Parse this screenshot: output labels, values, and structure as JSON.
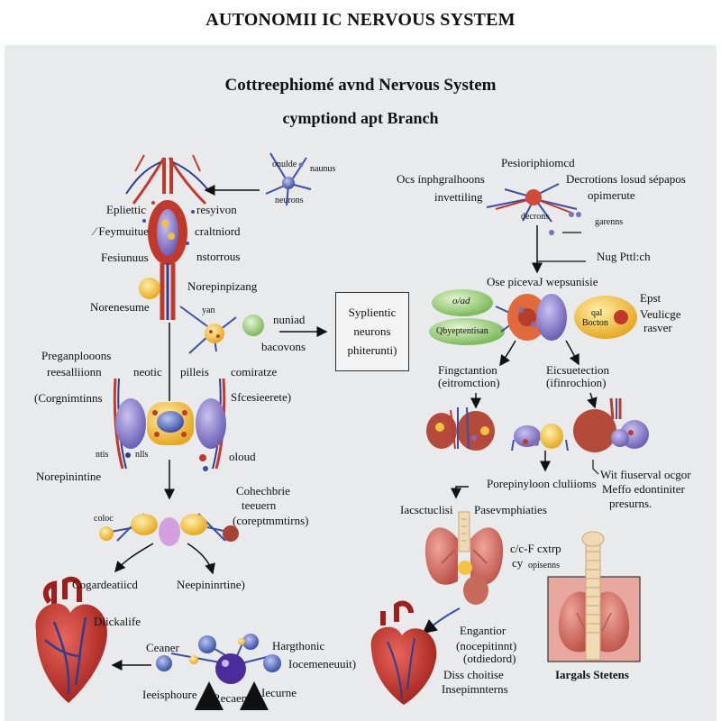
{
  "header": {
    "title": "AUTONOMII IC NERVOUS SYSTEM",
    "subtitle_1": "Cottreephiomé avnd Nervous System",
    "subtitle_2": "cymptiond apt Branch"
  },
  "left_column": {
    "spine_labels": [
      "Epliettic",
      "⁄ Feymuitue",
      "Fesiunuus",
      "resyivon",
      "craltniord",
      "nstorrous",
      "Norenesume",
      "Norepinpizang"
    ],
    "top_cell_labels": [
      "onulde",
      "naunus",
      "neurons"
    ],
    "yan_label": "yan",
    "pathway_labels": [
      "nuniad",
      "bacovons"
    ],
    "ganglion_labels": [
      "Preganplooons",
      "reesalliionn",
      "(Corgnimtinns",
      "neotic",
      "pilleis",
      "comiratze",
      "Sfcesieerete)",
      "Norepinintine",
      "ntis",
      "nlls",
      "oloud"
    ],
    "bottom_ganglion_labels": [
      "Cohechbrie",
      "teeuern",
      "(coreptmmtirns)",
      "coloc",
      "Cogardeatiicd",
      "Neepininrtine)"
    ],
    "heart_labels": [
      "Dlickalife",
      "Ceaner",
      "Hargthonic",
      "Iocemeneuuit)",
      "Ieeisphoure",
      "Recaent",
      "Iecurne"
    ]
  },
  "center_box": {
    "lines": [
      "Syplientic",
      "neurons",
      "phiterunti)"
    ]
  },
  "right_column": {
    "top_labels": [
      "Pesioriphiomcd",
      "Ocs ínphgralhoons",
      "invettiling",
      "Decrotions losud sépapos",
      "opimerute",
      "decrons",
      "garenns",
      "Nug Pttl:ch"
    ],
    "middle_labels": [
      "Ose picevaJ wepsunisie",
      "o/ad",
      "Qbyeptentisan",
      "qal",
      "Bocton",
      "Epst",
      "Veulicge",
      "rasver"
    ],
    "branch_labels": [
      "Fingctantion",
      "(eitromction)",
      "Eicsuetection",
      "(ifinrochion)"
    ],
    "outcome_labels": [
      "Porepinyloon cluliioms",
      "Wit fiuserval ocgor",
      "Meffo edontiniter",
      "presurns."
    ],
    "lung_labels": [
      "Iacsctuclisi",
      "Pasevmphiaties",
      "c/c-F cxtrp",
      "cy",
      "opisenns"
    ],
    "bottom_labels": [
      "Engantior",
      "(nocepitinnt)",
      "(otdiedord)",
      "Diss choitise",
      "Insepimnterns",
      "Iargals Stetens"
    ]
  },
  "colors": {
    "panel": "#e9eaec",
    "artery_red": "#c0392b",
    "vein_blue": "#2c3e8f",
    "ganglion_purple": "#7d6fc0",
    "ganglion_yellow": "#f2c33c",
    "cell_green": "#9ccf7a",
    "heart_red": "#c8372d",
    "lung_pink": "#d77a70",
    "trachea": "#f0d9b5",
    "box_pink": "#e8a8a0"
  },
  "icons": [
    "spinal-cord-icon",
    "neuron-icon",
    "ganglion-icon",
    "heart-icon",
    "lung-icon",
    "trachea-icon",
    "arrow-icon"
  ]
}
